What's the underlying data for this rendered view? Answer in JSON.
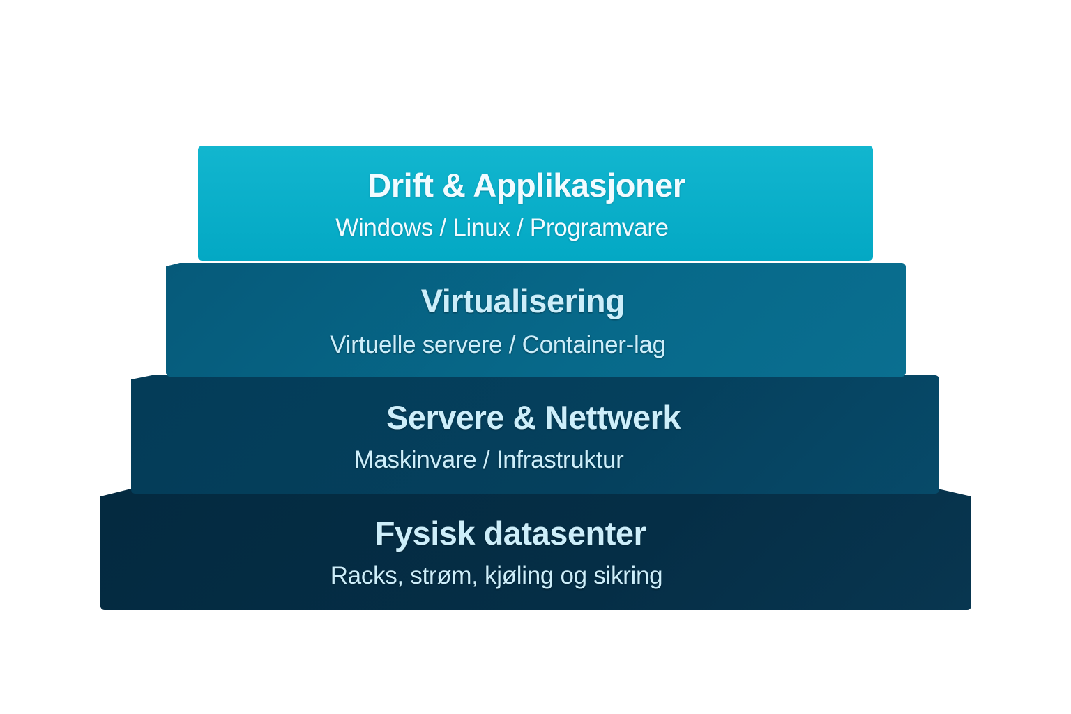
{
  "layers": [
    {
      "title": "Drift & Applikasjoner",
      "subtitle": "Windows / Linux / Programvare",
      "color": "#0aafca"
    },
    {
      "title": "Virtualisering",
      "subtitle": "Virtuelle servere / Container-lag",
      "color": "#07698a"
    },
    {
      "title": "Servere & Nettwerk",
      "subtitle": "Maskinvare / Infrastruktur",
      "color": "#05405d"
    },
    {
      "title": "Fysisk datasenter",
      "subtitle": "Racks, strøm, kjøling og sikring",
      "color": "#052e46"
    }
  ]
}
